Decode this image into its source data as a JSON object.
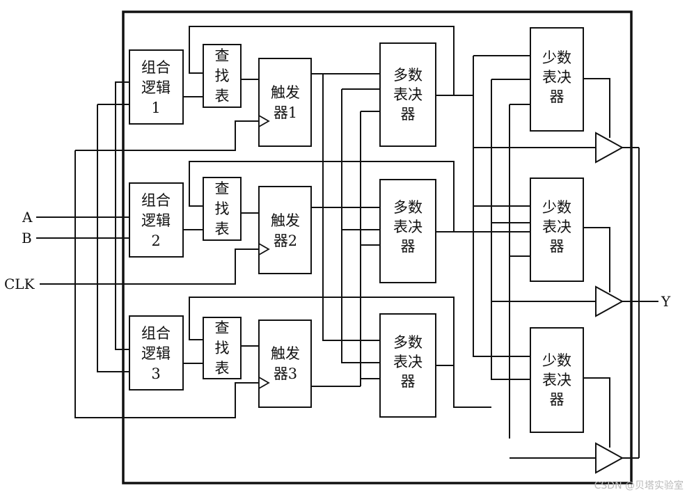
{
  "inputs": {
    "a": "A",
    "b": "B",
    "clk": "CLK"
  },
  "output": {
    "y": "Y"
  },
  "combo_blocks": [
    {
      "lines": [
        "组合",
        "逻辑",
        "1"
      ]
    },
    {
      "lines": [
        "组合",
        "逻辑",
        "2"
      ]
    },
    {
      "lines": [
        "组合",
        "逻辑",
        "3"
      ]
    }
  ],
  "lut_blocks": [
    {
      "lines": [
        "查",
        "找",
        "表"
      ]
    },
    {
      "lines": [
        "查",
        "找",
        "表"
      ]
    },
    {
      "lines": [
        "查",
        "找",
        "表"
      ]
    }
  ],
  "flipflops": [
    {
      "lines": [
        "触发",
        "器1"
      ]
    },
    {
      "lines": [
        "触发",
        "器2"
      ]
    },
    {
      "lines": [
        "触发",
        "器3"
      ]
    }
  ],
  "majority_voters": [
    {
      "lines": [
        "多数",
        "表决",
        "器"
      ]
    },
    {
      "lines": [
        "多数",
        "表决",
        "器"
      ]
    },
    {
      "lines": [
        "多数",
        "表决",
        "器"
      ]
    }
  ],
  "minority_voters": [
    {
      "lines": [
        "少数",
        "表决",
        "器"
      ]
    },
    {
      "lines": [
        "少数",
        "表决",
        "器"
      ]
    },
    {
      "lines": [
        "少数",
        "表决",
        "器"
      ]
    }
  ],
  "watermark": "CSDN @贝塔实验室"
}
